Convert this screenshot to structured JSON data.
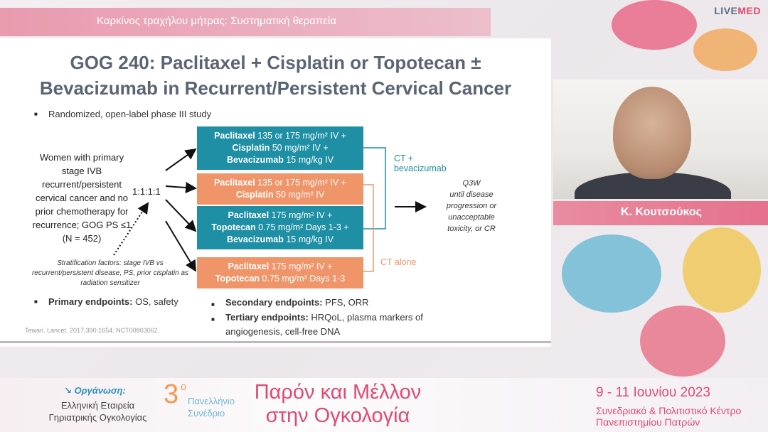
{
  "top_bar": {
    "title": "Καρκίνος τραχήλου μήτρας: Συστηματική θεραπεία"
  },
  "brand": {
    "live": "LIVE",
    "med": "MED"
  },
  "slide": {
    "title_line1": "GOG 240: Paclitaxel + Cisplatin or Topotecan ±",
    "title_line2": "Bevacizumab in Recurrent/Persistent Cervical Cancer",
    "design": "Randomized, open-label phase III study",
    "population": "Women with primary stage IVB recurrent/persistent cervical cancer and no prior chemotherapy for recurrence; GOG PS ≤1 (N = 452)",
    "ratio": "1:1:1:1",
    "arms": [
      {
        "drug1": "Paclitaxel",
        "dose1": " 135 or 175 mg/m² IV +",
        "drug2": "Cisplatin",
        "dose2": " 50 mg/m² IV +",
        "drug3": "Bevacizumab",
        "dose3": " 15 mg/kg IV"
      },
      {
        "drug1": "Paclitaxel",
        "dose1": " 135 or 175 mg/m² IV +",
        "drug2": "Cisplatin",
        "dose2": " 50 mg/m² IV",
        "drug3": "",
        "dose3": ""
      },
      {
        "drug1": "Paclitaxel",
        "dose1": " 175 mg/m² IV +",
        "drug2": "Topotecan",
        "dose2": " 0.75 mg/m² Days 1-3 +",
        "drug3": "Bevacizumab",
        "dose3": " 15 mg/kg IV"
      },
      {
        "drug1": "Paclitaxel",
        "dose1": " 175 mg/m² IV +",
        "drug2": "Topotecan",
        "dose2": " 0.75 mg/m² Days 1-3",
        "drug3": "",
        "dose3": ""
      }
    ],
    "ct_bev_label_1": "CT +",
    "ct_bev_label_2": "bevacizumab",
    "ct_alone_label": "CT alone",
    "schedule": [
      "Q3W",
      "until disease",
      "progression or",
      "unacceptable",
      "toxicity, or CR"
    ],
    "stratification": "Stratification factors: stage IVB vs recurrent/persistent disease, PS, prior cisplatin as radiation sensitizer",
    "primary_label": "Primary endpoints:",
    "primary_value": " OS, safety",
    "secondary_label": "Secondary endpoints:",
    "secondary_value": " PFS, ORR",
    "tertiary_label": "Tertiary endpoints:",
    "tertiary_value": " HRQoL, plasma markers of angiogenesis, cell-free DNA",
    "citation": "Tewari. Lancet. 2017;390:1654. NCT00803062."
  },
  "speaker": {
    "name": "Κ. Κουτσούκος"
  },
  "footer": {
    "org_label": "↘ Οργάνωση:",
    "org_name": "Ελληνική Εταιρεία Γηριατρικής Ογκολογίας",
    "edition": "3",
    "edition_sup": "ο",
    "conf_type_1": "Πανελλήνιο",
    "conf_type_2": "Συνέδριο",
    "theme_1": "Παρόν και Μέλλον",
    "theme_2": "στην Ογκολογία",
    "date": "9 - 11 Ιουνίου 2023",
    "venue_1": "Συνεδριακό & Πολιτιστικό Κέντρο",
    "venue_2": "Πανεπιστημίου Πατρών"
  },
  "colors": {
    "teal": "#1e8fa5",
    "orange": "#f0956a",
    "brand_pink": "#e14a73"
  }
}
